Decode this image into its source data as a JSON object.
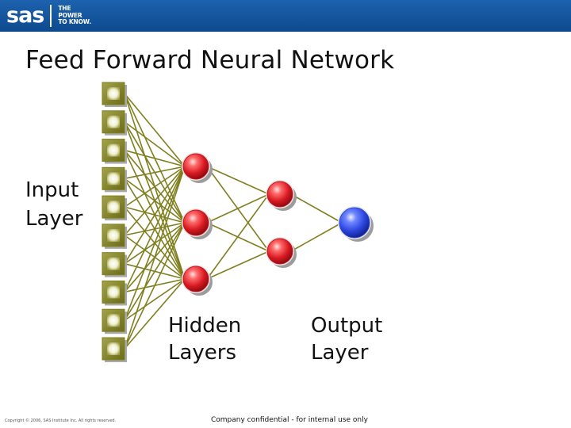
{
  "header": {
    "brand": "sas",
    "tagline": [
      "THE",
      "POWER",
      "TO KNOW."
    ]
  },
  "slide": {
    "title": "Feed Forward Neural Network"
  },
  "diagram": {
    "input_layer_label": [
      "Input",
      "Layer"
    ],
    "hidden_layers_label": [
      "Hidden",
      "Layers"
    ],
    "output_layer_label": [
      "Output",
      "Layer"
    ],
    "input_node_count": 10,
    "hidden_layer_1_node_count": 3,
    "hidden_layer_2_node_count": 2,
    "output_node_count": 1,
    "colors": {
      "input_node": "#7f7f1f",
      "connection": "#7f7f1f",
      "hidden_node": "#c8141c",
      "output_node": "#2a48d8"
    }
  },
  "footer": {
    "copyright": "Copyright © 2006, SAS Institute Inc. All rights reserved.",
    "confidential": "Company confidential - for internal use only"
  }
}
